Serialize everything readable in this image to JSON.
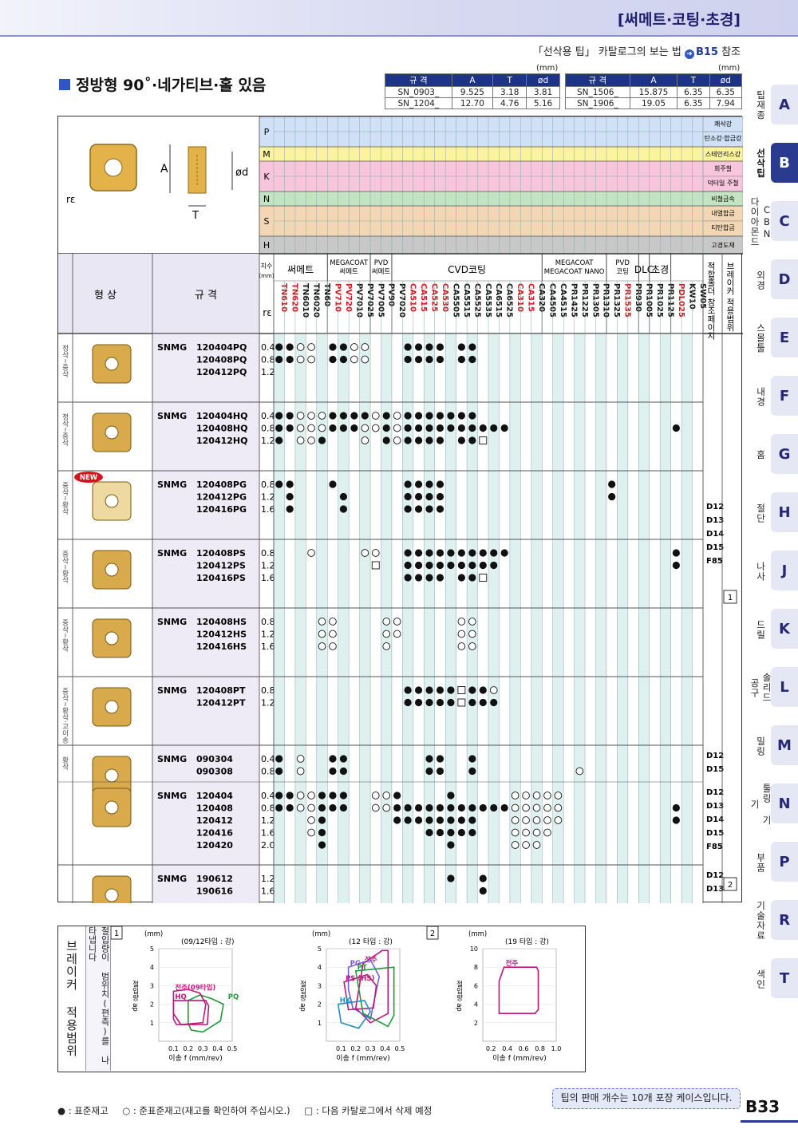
{
  "header": {
    "title": "[써메트·코팅·초경]",
    "note_prefix": "「선삭용 팁」 카탈로그의 보는 법",
    "note_ref": "B15",
    "note_suffix": "참조"
  },
  "section_title": "정방형 90˚·네가티브·홀 있음",
  "spec_tables": {
    "unit": "(mm)",
    "headers": [
      "규 격",
      "A",
      "T",
      "ød"
    ],
    "left": [
      [
        "SN_0903_",
        "9.525",
        "3.18",
        "3.81"
      ],
      [
        "SN_1204_",
        "12.70",
        "4.76",
        "5.16"
      ]
    ],
    "right": [
      [
        "SN_1506_",
        "15.875",
        "6.35",
        "6.35"
      ],
      [
        "SN_1906_",
        "19.05",
        "6.35",
        "7.94"
      ]
    ]
  },
  "drawing_labels": {
    "A": "A",
    "phid": "ød",
    "T": "T",
    "re": "rε"
  },
  "materials": [
    {
      "code": "P",
      "labels": [
        "쾌삭강",
        "탄소강·합금강"
      ],
      "color": "#cfe0f7"
    },
    {
      "code": "M",
      "labels": [
        "스테인리스강"
      ],
      "color": "#fbf3a0"
    },
    {
      "code": "K",
      "labels": [
        "회주철",
        "덕타일 주철"
      ],
      "color": "#f7c6dc"
    },
    {
      "code": "N",
      "labels": [
        "비철금속"
      ],
      "color": "#c3e4c2"
    },
    {
      "code": "S",
      "labels": [
        "내열합금",
        "티탄합금"
      ],
      "color": "#f3d7b4"
    },
    {
      "code": "H",
      "labels": [
        "고경도재"
      ],
      "color": "#c8c8c8"
    }
  ],
  "column_groups": [
    {
      "label": "치수\n(mm)",
      "span": 1
    },
    {
      "label": "써메트",
      "span": 5
    },
    {
      "label": "MEGACOAT\n써메트",
      "span": 4
    },
    {
      "label": "PVD\n써메트",
      "span": 2
    },
    {
      "label": "CVD코팅",
      "span": 14
    },
    {
      "label": "MEGACOAT\nMEGACOAT NANO",
      "span": 6
    },
    {
      "label": "PVD\n코팅",
      "span": 3
    },
    {
      "label": "DLC",
      "span": 1
    },
    {
      "label": "초경",
      "span": 2
    },
    {
      "label": "적합홀더 참조페이지",
      "span": 1
    },
    {
      "label": "브레이커 적용범위",
      "span": 1
    }
  ],
  "headers_left": {
    "shape": "형 상",
    "spec": "규 격",
    "re": "rε"
  },
  "grades": [
    {
      "name": "TN610",
      "red": true
    },
    {
      "name": "TN620",
      "red": true
    },
    {
      "name": "TN6010",
      "red": false
    },
    {
      "name": "TN6020",
      "red": false
    },
    {
      "name": "TN60",
      "red": false
    },
    {
      "name": "PV710",
      "red": true
    },
    {
      "name": "PV720",
      "red": true
    },
    {
      "name": "PV7010",
      "red": false
    },
    {
      "name": "PV7025",
      "red": false
    },
    {
      "name": "PV7005",
      "red": false
    },
    {
      "name": "PV90",
      "red": false
    },
    {
      "name": "PV7020",
      "red": false
    },
    {
      "name": "CA510",
      "red": true
    },
    {
      "name": "CA515",
      "red": true
    },
    {
      "name": "CA525",
      "red": true
    },
    {
      "name": "CA530",
      "red": true
    },
    {
      "name": "CA5505",
      "red": false
    },
    {
      "name": "CA5515",
      "red": false
    },
    {
      "name": "CA5525",
      "red": false
    },
    {
      "name": "CA5535",
      "red": false
    },
    {
      "name": "CA6515",
      "red": false
    },
    {
      "name": "CA6525",
      "red": false
    },
    {
      "name": "CA310",
      "red": true
    },
    {
      "name": "CA315",
      "red": true
    },
    {
      "name": "CA320",
      "red": false
    },
    {
      "name": "CA4505",
      "red": false
    },
    {
      "name": "CA4515",
      "red": false
    },
    {
      "name": "PR1425",
      "red": false
    },
    {
      "name": "PR1225",
      "red": false
    },
    {
      "name": "PR1305",
      "red": false
    },
    {
      "name": "PR1310",
      "red": false
    },
    {
      "name": "PR1325",
      "red": false
    },
    {
      "name": "PR1535",
      "red": true
    },
    {
      "name": "PR930",
      "red": false
    },
    {
      "name": "PR1005",
      "red": false
    },
    {
      "name": "PR1025",
      "red": false
    },
    {
      "name": "PR1125",
      "red": false
    },
    {
      "name": "PDL025",
      "red": true
    },
    {
      "name": "KW10",
      "red": false
    },
    {
      "name": "SW05",
      "red": false
    }
  ],
  "groups": [
    {
      "app": "정삭~중삭",
      "spec": "SNMG",
      "new": false,
      "rows": [
        {
          "code": "120404PQ",
          "re": "0.4",
          "marks": "ff..o o...ffoo ...ffff.ff"
        },
        {
          "code": "120408PQ",
          "re": "0.8",
          "marks": "ffoo.ffoo...ffff.ff"
        },
        {
          "code": "120412PQ",
          "re": "1.2",
          "marks": ""
        }
      ],
      "holder": [],
      "breaker": ""
    },
    {
      "app": "정삭~중삭",
      "spec": "SNMG",
      "new": false,
      "rows": [
        {
          "code": "120404HQ",
          "re": "0.4",
          "marks": "ffoooffffoofoffffffff"
        },
        {
          "code": "120408HQ",
          "re": "0.8",
          "marks": "ffooofffoo.ffffffffffff"
        },
        {
          "code": "120412HQ",
          "re": "1.2",
          "marks": "f.oof..o.fofffff.ffd"
        }
      ],
      "holder": [],
      "breaker": ""
    },
    {
      "app": "중삭~황삭",
      "spec": "SNMG",
      "new": true,
      "rows": [
        {
          "code": "120408PG",
          "re": "0.8",
          "marks": "ff"
        },
        {
          "code": "120412PG",
          "re": "1.2",
          "marks": "f"
        },
        {
          "code": "120416PG",
          "re": "1.6",
          "marks": "f"
        }
      ],
      "holder": [
        "D12",
        "D13",
        "D14",
        "D15",
        "F85"
      ],
      "breaker": "1"
    },
    {
      "app": "중삭~황삭",
      "spec": "SNMG",
      "new": false,
      "rows": [
        {
          "code": "120408PS",
          "re": "0.8",
          "marks": ""
        },
        {
          "code": "120412PS",
          "re": "1.2",
          "marks": ""
        },
        {
          "code": "120416PS",
          "re": "1.6",
          "marks": ""
        }
      ],
      "holder": [],
      "breaker": ""
    },
    {
      "app": "중삭~황삭",
      "spec": "SNMG",
      "new": false,
      "rows": [
        {
          "code": "120408HS",
          "re": "0.8",
          "marks": ""
        },
        {
          "code": "120412HS",
          "re": "1.2",
          "marks": ""
        },
        {
          "code": "120416HS",
          "re": "1.6",
          "marks": ""
        }
      ],
      "holder": [],
      "breaker": ""
    },
    {
      "app": "중삭~황삭·고이송",
      "spec": "SNMG",
      "new": false,
      "rows": [
        {
          "code": "120408PT",
          "re": "0.8",
          "marks": ""
        },
        {
          "code": "120412PT",
          "re": "1.2",
          "marks": ""
        }
      ],
      "holder": [],
      "breaker": ""
    },
    {
      "app": "황삭",
      "spec": "SNMG",
      "new": false,
      "rows": [
        {
          "code": "090304",
          "re": "0.4",
          "marks": ""
        },
        {
          "code": "090308",
          "re": "0.8",
          "marks": ""
        }
      ],
      "holder": [
        "D12",
        "D15"
      ],
      "breaker": ""
    },
    {
      "app": "",
      "spec": "SNMG",
      "new": false,
      "rows": [
        {
          "code": "120404",
          "re": "0.4",
          "marks": ""
        },
        {
          "code": "120408",
          "re": "0.8",
          "marks": ""
        },
        {
          "code": "120412",
          "re": "1.2",
          "marks": ""
        },
        {
          "code": "120416",
          "re": "1.6",
          "marks": ""
        },
        {
          "code": "120420",
          "re": "2.0",
          "marks": ""
        }
      ],
      "holder": [
        "D12",
        "D13",
        "D14",
        "D15",
        "F85"
      ],
      "breaker": ""
    },
    {
      "app": "",
      "spec": "SNMG",
      "new": false,
      "rows": [
        {
          "code": "190612",
          "re": "1.2",
          "marks": ""
        },
        {
          "code": "190616",
          "re": "1.6",
          "marks": ""
        }
      ],
      "holder": [
        "D12",
        "D13"
      ],
      "breaker": "2"
    }
  ],
  "new_badge": "NEW",
  "breaker_box": {
    "title": "브레이커 적용범위",
    "subtitle": "절입량이 범위치(편측)를 나타냅니다",
    "box1": "1",
    "box2": "2",
    "unit": "(mm)",
    "ylabel": "절입량 ap",
    "xlabel": "이송 f (mm/rev)",
    "chart1_title": "(09/12타입 : 강)",
    "chart2_title": "(12 타입 : 강)",
    "chart3_title": "(19 타입 : 강)"
  },
  "chart_data": [
    {
      "type": "area",
      "title": "(09/12타입 : 강)",
      "xlabel": "이송 f (mm/rev)",
      "ylabel": "절입량 ap",
      "xlim": [
        0,
        0.5
      ],
      "ylim": [
        0,
        5
      ],
      "xticks": [
        "0.1",
        "0.2",
        "0.3",
        "0.4",
        "0.5"
      ],
      "yticks": [
        "1",
        "2",
        "3",
        "4",
        "5"
      ],
      "series": [
        {
          "name": "PQ",
          "color": "#1f9a3a",
          "points": [
            [
              0.2,
              2.2
            ],
            [
              0.28,
              2.5
            ],
            [
              0.36,
              2.3
            ],
            [
              0.44,
              2.0
            ],
            [
              0.42,
              1.1
            ],
            [
              0.3,
              0.5
            ],
            [
              0.22,
              0.6
            ],
            [
              0.2,
              1.0
            ]
          ]
        },
        {
          "name": "HQ",
          "color": "#c0157a",
          "points": [
            [
              0.1,
              2.2
            ],
            [
              0.32,
              2.2
            ],
            [
              0.34,
              1.9
            ],
            [
              0.33,
              0.9
            ],
            [
              0.12,
              0.9
            ],
            [
              0.1,
              1.2
            ]
          ]
        },
        {
          "name": "전주(09타입)",
          "color": "#c0157a",
          "points": [
            [
              0.1,
              2.7
            ],
            [
              0.2,
              2.8
            ],
            [
              0.28,
              2.6
            ],
            [
              0.32,
              2.0
            ],
            [
              0.3,
              1.0
            ],
            [
              0.15,
              0.9
            ],
            [
              0.1,
              1.5
            ]
          ]
        }
      ]
    },
    {
      "type": "area",
      "title": "(12 타입 : 강)",
      "xlabel": "이송 f (mm/rev)",
      "ylabel": "절입량 ap",
      "xlim": [
        0,
        0.5
      ],
      "ylim": [
        0,
        5
      ],
      "xticks": [
        "0.1",
        "0.2",
        "0.3",
        "0.4",
        "0.5"
      ],
      "yticks": [
        "1",
        "2",
        "3",
        "4",
        "5"
      ],
      "series": [
        {
          "name": "전주",
          "color": "#c0157a",
          "points": [
            [
              0.25,
              4.2
            ],
            [
              0.38,
              4.9
            ],
            [
              0.42,
              4.9
            ],
            [
              0.42,
              1.5
            ],
            [
              0.3,
              1.0
            ],
            [
              0.2,
              1.8
            ]
          ]
        },
        {
          "name": "PG",
          "color": "#7a5bd0",
          "points": [
            [
              0.15,
              4.0
            ],
            [
              0.3,
              4.4
            ],
            [
              0.36,
              3.5
            ],
            [
              0.3,
              1.2
            ],
            [
              0.18,
              1.8
            ],
            [
              0.15,
              2.8
            ]
          ]
        },
        {
          "name": "PS (HS)",
          "color": "#c0157a",
          "points": [
            [
              0.12,
              3.2
            ],
            [
              0.28,
              3.6
            ],
            [
              0.34,
              3.0
            ],
            [
              0.32,
              1.8
            ],
            [
              0.15,
              1.7
            ]
          ]
        },
        {
          "name": "HK",
          "color": "#1a8fc8",
          "points": [
            [
              0.08,
              2.0
            ],
            [
              0.26,
              2.2
            ],
            [
              0.3,
              1.6
            ],
            [
              0.22,
              0.7
            ],
            [
              0.1,
              1.0
            ]
          ]
        },
        {
          "name": "PT",
          "color": "#1f9a3a",
          "points": [
            [
              0.2,
              3.8
            ],
            [
              0.46,
              4.0
            ],
            [
              0.46,
              1.4
            ],
            [
              0.42,
              0.8
            ],
            [
              0.25,
              1.5
            ]
          ]
        }
      ]
    },
    {
      "type": "area",
      "title": "(19 타입 : 강)",
      "xlabel": "이송 f (mm/rev)",
      "ylabel": "절입량 ap",
      "xlim": [
        0.1,
        1.0
      ],
      "ylim": [
        0,
        10
      ],
      "xticks": [
        "0.2",
        "0.4",
        "0.6",
        "0.8",
        "1.0"
      ],
      "yticks": [
        "2",
        "4",
        "6",
        "8",
        "10"
      ],
      "series": [
        {
          "name": "전주",
          "color": "#c0157a",
          "points": [
            [
              0.36,
              8.0
            ],
            [
              0.76,
              8.0
            ],
            [
              0.78,
              7.6
            ],
            [
              0.78,
              3.4
            ],
            [
              0.74,
              3.0
            ],
            [
              0.3,
              3.0
            ],
            [
              0.3,
              6.5
            ]
          ]
        }
      ]
    }
  ],
  "legend": {
    "filled": "● : 표준재고",
    "open": "○ : 준표준재고(재고를 확인하여 주십시오.)",
    "square": "□ : 다음 카탈로그에서 삭제 예정"
  },
  "pack_note": "팁의 판매 개수는 10개 포장 케이스입니다.",
  "page_no": "B33",
  "tabs": [
    {
      "label": "팁재종",
      "letter": "A",
      "active": false
    },
    {
      "label": "선삭팁",
      "letter": "B",
      "active": true
    },
    {
      "label": "CBN 다이아몬드",
      "letter": "C",
      "active": false
    },
    {
      "label": "외경",
      "letter": "D",
      "active": false
    },
    {
      "label": "스몰툴",
      "letter": "E",
      "active": false
    },
    {
      "label": "내경",
      "letter": "F",
      "active": false
    },
    {
      "label": "홈",
      "letter": "G",
      "active": false
    },
    {
      "label": "절단",
      "letter": "H",
      "active": false
    },
    {
      "label": "나사",
      "letter": "J",
      "active": false
    },
    {
      "label": "드릴",
      "letter": "K",
      "active": false
    },
    {
      "label": "솔리드 공구",
      "letter": "L",
      "active": false
    },
    {
      "label": "밀링",
      "letter": "M",
      "active": false
    },
    {
      "label": "툴링 기기",
      "letter": "N",
      "active": false
    },
    {
      "label": "부품",
      "letter": "P",
      "active": false
    },
    {
      "label": "기술자료",
      "letter": "R",
      "active": false
    },
    {
      "label": "색인",
      "letter": "T",
      "active": false
    }
  ]
}
